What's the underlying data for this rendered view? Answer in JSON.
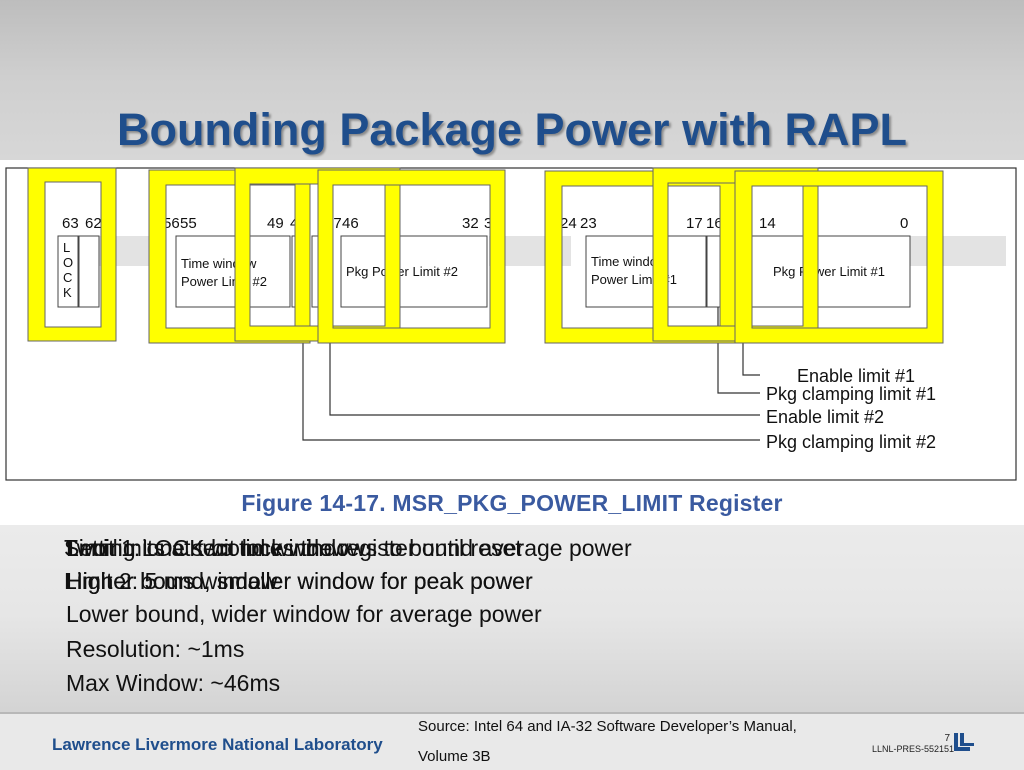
{
  "slide": {
    "title": "Bounding Package Power with RAPL",
    "figure_caption": "Figure 14-17.  MSR_PKG_POWER_LIMIT Register",
    "overlapping_bullets": [
      "Setting LOCK bit locks the register until reset",
      "Two limits at two time windows to bound average power",
      "Limit 1: one second window",
      "Limit 2: 5 ms window",
      "Higher bound, smaller window for peak power"
    ],
    "bullets": [
      "Higher bound, smaller window for peak power",
      "Lower bound, wider window for average power",
      "Resolution:  ~1ms",
      "Max Window:  ~46ms"
    ]
  },
  "register": {
    "bit_labels": [
      "63",
      "62",
      "56",
      "55",
      "49",
      "48",
      "47",
      "46",
      "32",
      "31",
      "24",
      "23",
      "17",
      "16",
      "14",
      "0"
    ],
    "lock_letters": [
      "L",
      "O",
      "C",
      "K"
    ],
    "fields": {
      "time_window_2": [
        "Time window",
        "Power Limit #2"
      ],
      "pkg_power_limit_2": "Pkg Power Limit #2",
      "time_window_1": [
        "Time window",
        "Power Limit #1"
      ],
      "pkg_power_limit_1": "Pkg Power Limit #1"
    },
    "callouts": [
      "Enable limit #1",
      "Pkg clamping limit #1",
      "Enable limit #2",
      "Pkg clamping limit #2"
    ]
  },
  "colors": {
    "title": "#1f4e8c",
    "highlight": "#ffff00",
    "highlight_border": "#666666",
    "caption": "#3a5aa0"
  },
  "footer": {
    "lab_name": "Lawrence Livermore National Laboratory",
    "source_line1": "Source:  Intel 64 and IA-32 Software Developer’s Manual,",
    "source_line2": "Volume 3B",
    "page_number": "7",
    "doc_id": "LLNL-PRES-552151"
  }
}
